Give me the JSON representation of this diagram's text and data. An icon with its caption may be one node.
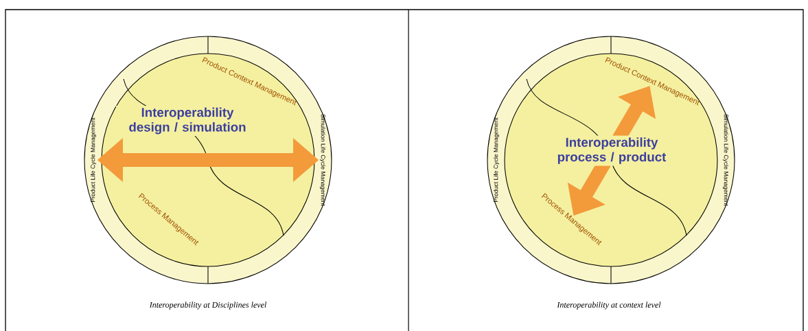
{
  "diagram": {
    "nodes": [
      {
        "text": [
          "Product Life Cycle Management"
        ]
      },
      {
        "text": [
          "Simulation Life Cycle Management"
        ]
      },
      {
        "text": [
          "Product Context Management"
        ]
      },
      {
        "text": [
          "Process Management"
        ]
      },
      {
        "text": [
          "Product Life Cycle Management"
        ]
      },
      {
        "text": [
          "Simulation Life Cycle Management"
        ]
      },
      {
        "text": [
          "Product Context Management"
        ]
      },
      {
        "text": [
          "Process Management"
        ]
      }
    ],
    "edges": [
      {
        "from": 0,
        "to": 1,
        "arrow": "both",
        "label": "Interoperability design / simulation"
      },
      {
        "from": 7,
        "to": 6,
        "arrow": "both",
        "label": "Interoperability process / product"
      }
    ],
    "labels": [
      "Interoperability at Disciplines level",
      "Interoperability at context level"
    ]
  }
}
